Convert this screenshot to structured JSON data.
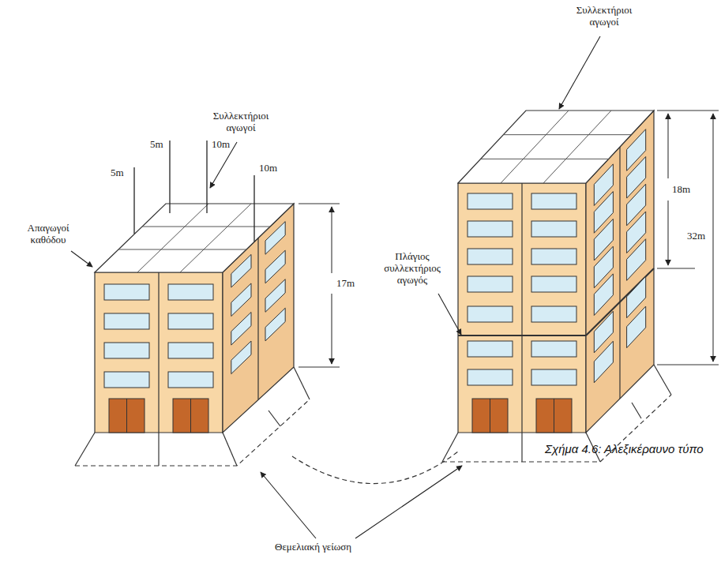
{
  "diagram": {
    "caption": "Σχήμα 4.6: Αλεξικέραυνο τύπο",
    "labels": [
      "Συλλεκτήριοι αγωγοί",
      "5m",
      "5m",
      "10m",
      "10m",
      "17m",
      "Απαγωγοί καθόδου",
      "Συλλεκτήριοι αγωγοί",
      "18m",
      "32m",
      "Πλάγιος συλλεκτήριος αγωγός",
      "Θεμελιακή γείωση"
    ]
  }
}
